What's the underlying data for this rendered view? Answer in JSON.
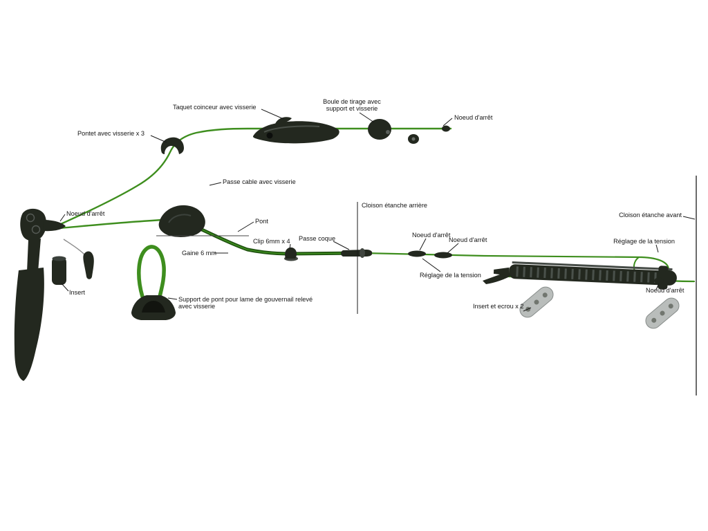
{
  "diagram": {
    "colors": {
      "cable": "#3E8E1E",
      "cable_dark": "#1F5210",
      "part": "#23281F",
      "part_mid": "#454B46",
      "metal": "#B9BDBB",
      "leader": "#1A1A1A",
      "background": "#FFFFFF"
    },
    "labels": {
      "taquet": "Taquet coinceur avec visserie",
      "boule_line1": "Boule de tirage avec",
      "boule_line2": "support et visserie",
      "noeud_top_right": "Noeud d'arrêt",
      "pontet": "Pontet avec visserie x 3",
      "passe_cable": "Passe cable avec visserie",
      "noeud_left": "Noeud d'arrêt",
      "pont": "Pont",
      "clip": "Clip 6mm x 4",
      "gaine": "Gaine 6 mm",
      "passe_coque": "Passe coque",
      "cloison_arriere": "Cloison étanche arrière",
      "noeud_mid_left": "Noeud d'arrêt",
      "noeud_mid_right": "Noeud d'arrêt",
      "reglage_mid": "Réglage de la tension",
      "insert": "Insert",
      "support_line1": "Support de pont pour lame de gouvernail relevé",
      "support_line2": "avec visserie",
      "insert_ecrou": "Insert et ecrou x 2",
      "reglage_right": "Réglage de la tension",
      "noeud_bottom_right": "Noeud d'arrêt",
      "cloison_avant": "Cloison étanche avant"
    }
  }
}
